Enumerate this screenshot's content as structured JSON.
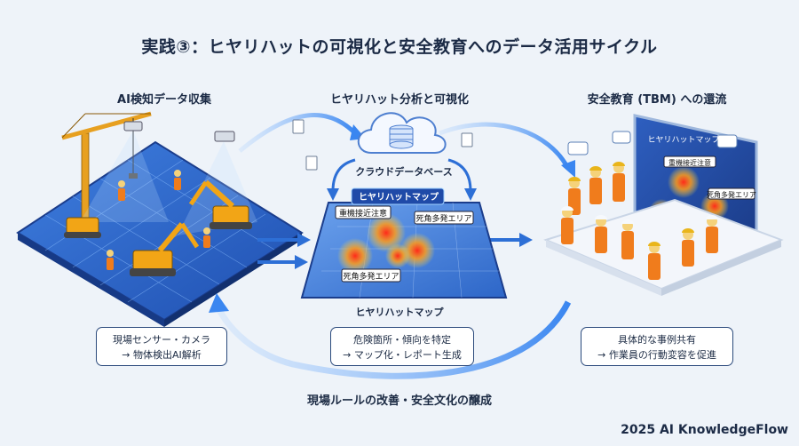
{
  "title": "実践③：ヒヤリハットの可視化と安全教育へのデータ活用サイクル",
  "stages": {
    "left": {
      "heading": "AI検知データ収集",
      "box_lines": [
        "現場センサー・カメラ",
        "→ 物体検出AI解析"
      ]
    },
    "center": {
      "heading": "ヒヤリハット分析と可視化",
      "cloud_label": "クラウドデータベース",
      "map_title": "ヒヤリハットマップ",
      "map_callouts": [
        "重機接近注意",
        "死角多発エリア",
        "死角多発エリア"
      ],
      "map_caption": "ヒヤリハットマップ",
      "box_lines": [
        "危険箇所・傾向を特定",
        "→ マップ化・レポート生成"
      ]
    },
    "right": {
      "heading": "安全教育 (TBM) への還流",
      "screen_title": "ヒヤリハットマップ",
      "screen_callouts": [
        "重機接近注意",
        "死角多発エリア"
      ],
      "box_lines": [
        "具体的な事例共有",
        "→ 作業員の行動変容を促進"
      ]
    }
  },
  "feedback_loop": "現場ルールの改善・安全文化の醸成",
  "footer": "2025 AI KnowledgeFlow",
  "colors": {
    "accent": "#2d6fd6",
    "heat": "#ff3b2f",
    "vest": "#f07c1c",
    "excavator": "#f2a516"
  }
}
